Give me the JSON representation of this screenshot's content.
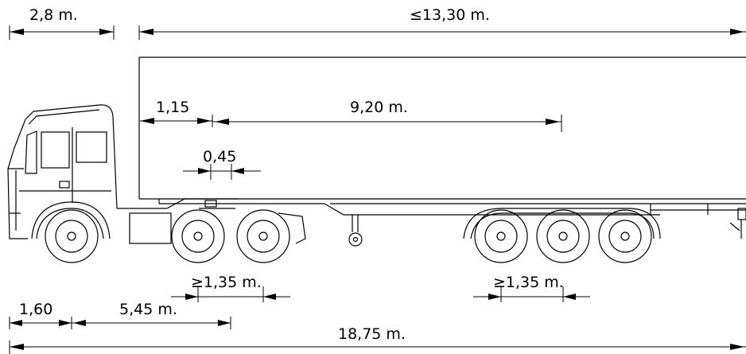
{
  "dimensions": {
    "cab_length": "2,8 m.",
    "trailer_length": "≤13,30 m.",
    "kingpin_front": "1,15",
    "kingpin_to_axle": "9,20 m.",
    "fifth_wheel_offset": "0,45",
    "tractor_axle_spacing": "≥1,35 m.",
    "trailer_axle_spacing": "≥1,35 m.",
    "front_overhang": "1,60",
    "wheelbase": "5,45 m.",
    "total_length": "18,75 m."
  }
}
